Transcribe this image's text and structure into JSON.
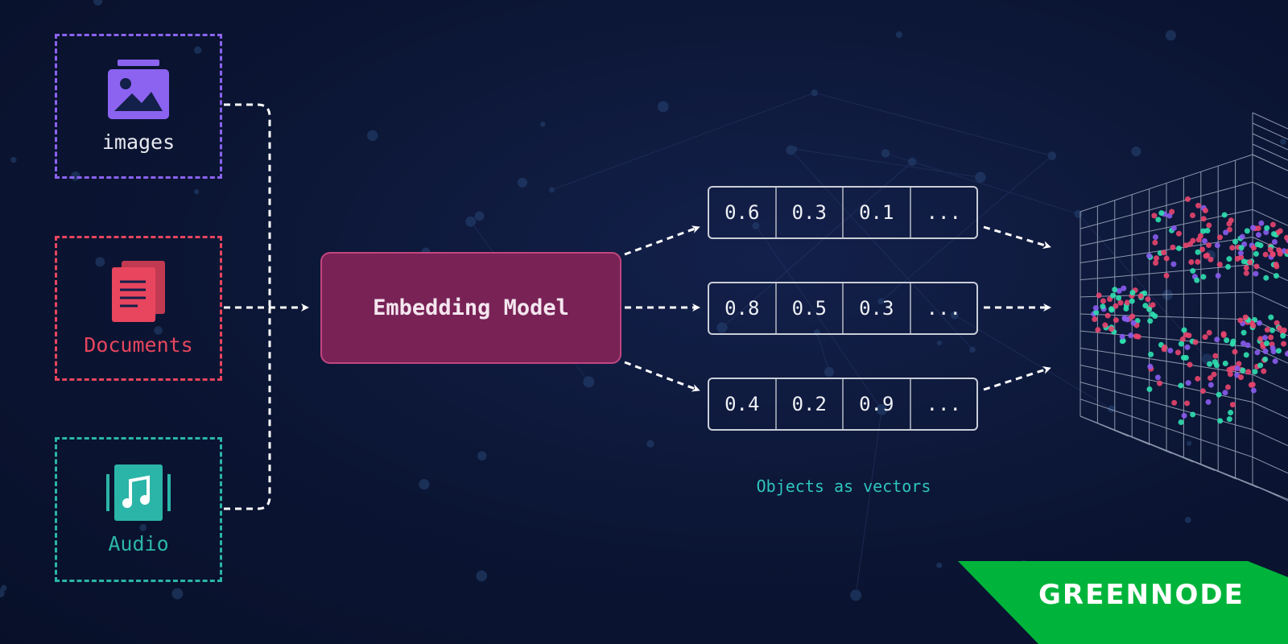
{
  "sources": [
    {
      "label": "images",
      "icon": "image-icon",
      "color": "#8b63f0",
      "text_color": "#e8e8f0"
    },
    {
      "label": "Documents",
      "icon": "documents-icon",
      "color": "#e8455e",
      "text_color": "#e8455e"
    },
    {
      "label": "Audio",
      "icon": "audio-icon",
      "color": "#2bb5a8",
      "text_color": "#2bb5a8"
    }
  ],
  "model": {
    "label": "Embedding Model",
    "color": "#782256"
  },
  "vectors": [
    [
      "0.6",
      "0.3",
      "0.1",
      "..."
    ],
    [
      "0.8",
      "0.5",
      "0.3",
      "..."
    ],
    [
      "0.4",
      "0.2",
      "0.9",
      "..."
    ]
  ],
  "caption": "Objects as vectors",
  "logo": {
    "text": "GREENNODE",
    "color": "#00b43b"
  }
}
